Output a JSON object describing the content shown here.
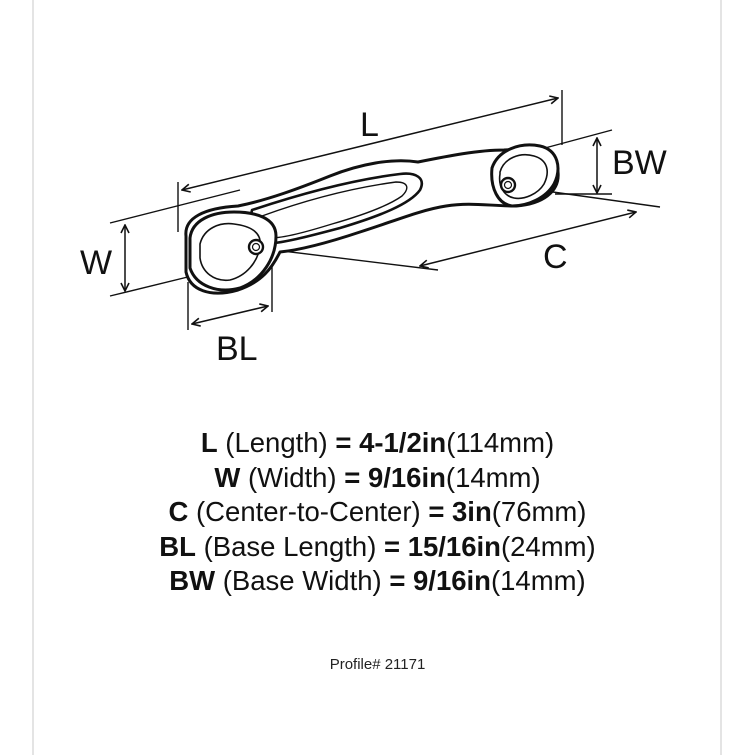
{
  "diagram": {
    "labels": {
      "L": "L",
      "W": "W",
      "BL": "BL",
      "BW": "BW",
      "C": "C"
    }
  },
  "specs": [
    {
      "key": "L",
      "desc": "(Length)",
      "eq": "=",
      "value": "4-1/2in",
      "metric": "(114mm)"
    },
    {
      "key": "W",
      "desc": "(Width)",
      "eq": "=",
      "value": "9/16in",
      "metric": "(14mm)"
    },
    {
      "key": "C",
      "desc": "(Center-to-Center)",
      "eq": "=",
      "value": "3in",
      "metric": "(76mm)"
    },
    {
      "key": "BL",
      "desc": "(Base Length)",
      "eq": "=",
      "value": "15/16in",
      "metric": "(24mm)"
    },
    {
      "key": "BW",
      "desc": "(Base Width)",
      "eq": "=",
      "value": "9/16in",
      "metric": "(14mm)"
    }
  ],
  "profile": "Profile# 21171"
}
